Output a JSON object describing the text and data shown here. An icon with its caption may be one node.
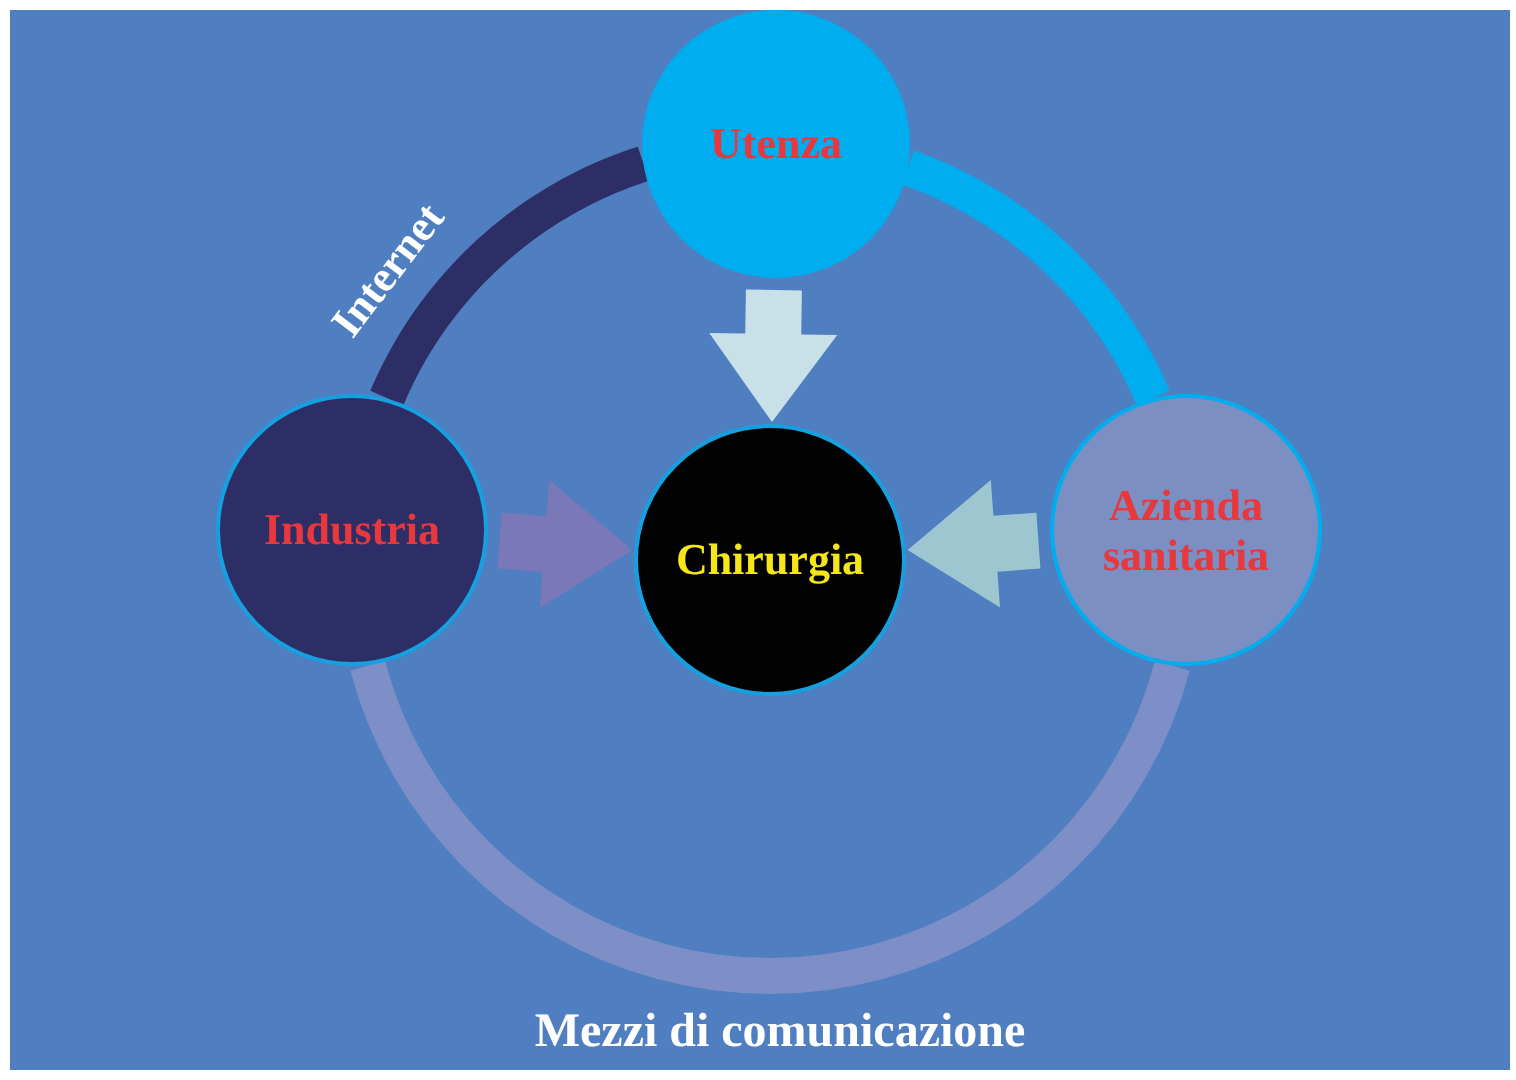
{
  "diagram": {
    "nodes": [
      {
        "text": [
          "Utenza"
        ]
      },
      {
        "text": [
          "Industria"
        ]
      },
      {
        "text": [
          "Chirurgia"
        ]
      },
      {
        "text": [
          "Azienda sanitaria"
        ]
      }
    ],
    "edges": [
      {
        "from": 1,
        "to": 0,
        "arrow": "none",
        "color": "#2e2e66",
        "label": "Internet"
      },
      {
        "from": 0,
        "to": 3,
        "arrow": "none",
        "color": "#00aeef"
      },
      {
        "from": 3,
        "to": 1,
        "arrow": "none",
        "color": "#7d8fc6"
      },
      {
        "from": 0,
        "to": 2,
        "arrow": "to",
        "color": "#c8e0e8"
      },
      {
        "from": 1,
        "to": 2,
        "arrow": "to",
        "color": "#7a78b8"
      },
      {
        "from": 3,
        "to": 2,
        "arrow": "to",
        "color": "#9ec6d0"
      }
    ],
    "labels": [
      "Mezzi di comunicazione"
    ]
  }
}
